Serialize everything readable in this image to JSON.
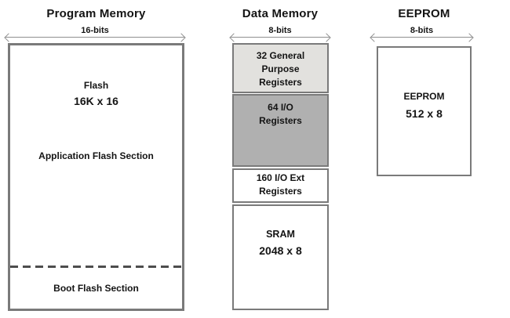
{
  "colors": {
    "border": "#7a7a7a",
    "arrow": "#8f8f8f",
    "dashed_divider": "#4d4d4d",
    "segment_fill_light": "#e2e1de",
    "segment_fill_medium": "#b0b0b0",
    "segment_fill_white": "#ffffff",
    "text": "#141414",
    "background": "#ffffff"
  },
  "program_memory": {
    "title": "Program Memory",
    "bus_width_label": "16-bits",
    "flash_title": "Flash",
    "flash_size": "16K x 16",
    "application_section_label": "Application Flash Section",
    "boot_section_label": "Boot Flash Section"
  },
  "data_memory": {
    "title": "Data Memory",
    "bus_width_label": "8-bits",
    "segments": [
      {
        "name": "general-purpose-registers",
        "lines": [
          "32 General",
          "Purpose",
          "Registers"
        ],
        "fill": "#e2e1de"
      },
      {
        "name": "io-registers",
        "lines": [
          "64 I/O",
          "Registers"
        ],
        "fill": "#b0b0b0"
      },
      {
        "name": "io-ext-registers",
        "lines": [
          "160 I/O Ext",
          "Registers"
        ],
        "fill": "#ffffff"
      },
      {
        "name": "sram",
        "lines": [
          "SRAM",
          "2048 x 8"
        ],
        "fill": "#ffffff"
      }
    ]
  },
  "eeprom": {
    "title": "EEPROM",
    "bus_width_label": "8-bits",
    "chip_label": "EEPROM",
    "chip_size": "512 x 8"
  }
}
